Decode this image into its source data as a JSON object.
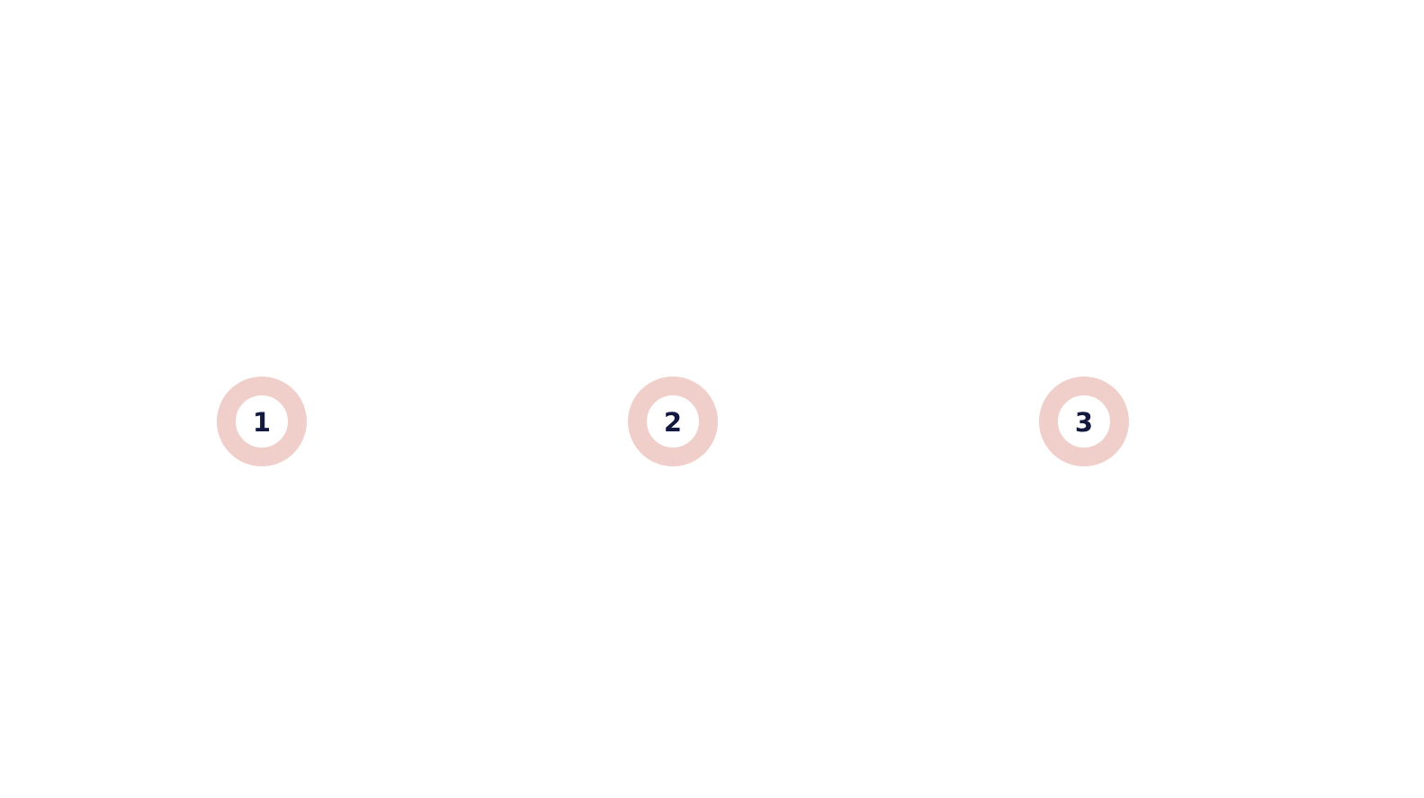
{
  "steps": [
    {
      "number": "1"
    },
    {
      "number": "2"
    },
    {
      "number": "3"
    }
  ],
  "colors": {
    "ring": "#f0cfca",
    "number": "#13193f",
    "background": "#ffffff"
  }
}
